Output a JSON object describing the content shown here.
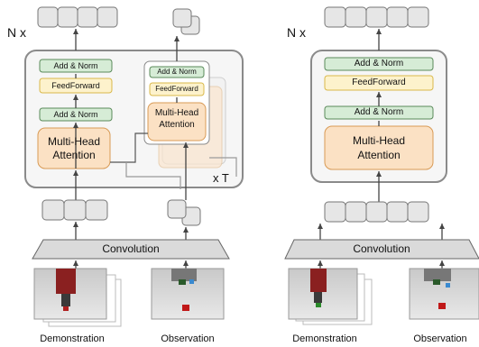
{
  "left": {
    "repeat_label": "N x",
    "loop_label": "x T",
    "add_norm_label": "Add & Norm",
    "feedforward_label": "FeedForward",
    "attention_label_line1": "Multi-Head",
    "attention_label_line2": "Attention",
    "convolution_label": "Convolution",
    "caption_demo": "Demonstration",
    "caption_obs": "Observation"
  },
  "right": {
    "repeat_label": "N x",
    "add_norm_label": "Add & Norm",
    "feedforward_label": "FeedForward",
    "attention_label_line1": "Multi-Head",
    "attention_label_line2": "Attention",
    "convolution_label": "Convolution",
    "caption_demo": "Demonstration",
    "caption_obs": "Observation"
  },
  "colors": {
    "add_norm_fill": "#d6ecd6",
    "feedforward_fill": "#fdf2cc",
    "attention_fill": "#fbe1c4",
    "token_fill": "#e6e6e6",
    "block_border": "#8a8a8a",
    "conv_fill": "#dadada"
  }
}
